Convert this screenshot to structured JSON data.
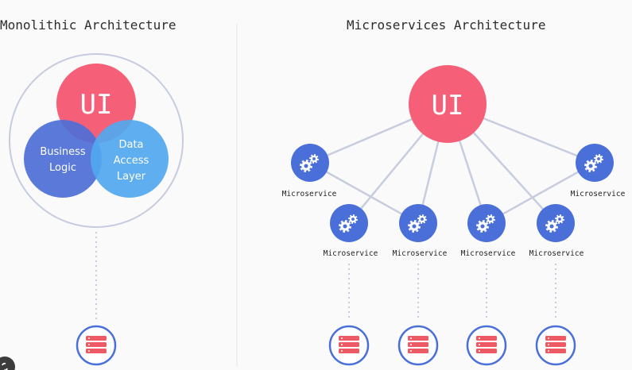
{
  "monolith": {
    "title": "Monolithic Architecture",
    "ui_label": "UI",
    "business_label": [
      "Business",
      "Logic"
    ],
    "data_access_label": [
      "Data",
      "Access",
      "Layer"
    ]
  },
  "microservices": {
    "title": "Microservices Architecture",
    "ui_label": "UI",
    "service_label": "Microservice"
  },
  "colors": {
    "ui": "#f65f78",
    "business": "#4f6fd6",
    "data_access": "#52a8ef",
    "service": "#4a6fd9",
    "database": "#ee5a63",
    "line": "#c8ccdf",
    "outline": "#c7cbe0"
  }
}
